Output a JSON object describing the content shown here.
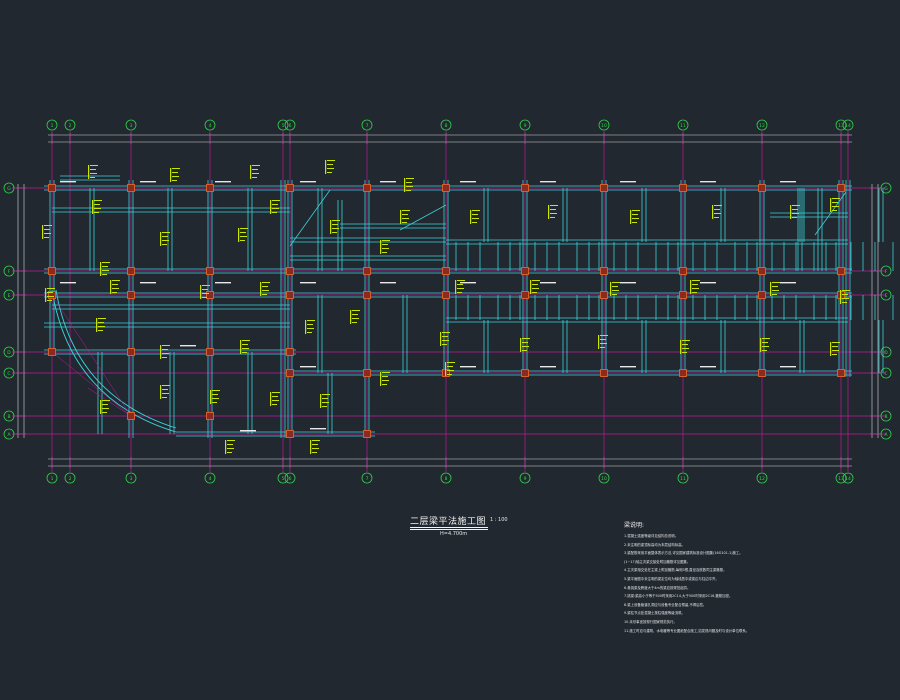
{
  "drawing": {
    "title": "二层梁平法施工图",
    "scale": "1 : 100",
    "elevation": "H=4.700m"
  },
  "grid_labels": {
    "columns": [
      "1",
      "2",
      "3",
      "4",
      "5",
      "6",
      "7",
      "8",
      "9",
      "10",
      "11",
      "12",
      "13",
      "14"
    ],
    "rows": [
      "A",
      "B",
      "C",
      "D",
      "E",
      "F",
      "G"
    ]
  },
  "notes": {
    "heading": "梁说明:",
    "lines": [
      "1.混凝土强度等级详见结构总说明。",
      "2.未注明的梁顶标高均为本层结构标高。",
      "3.梁配筋采用平面整体表示方法,详见国家建筑标准设计图集(16G101-1)施工。",
      "(1~17)轴主次梁交接处附加箍筋详见图集。",
      "4.主次梁相交处在主梁上附加箍筋,每侧3根,直径及肢数同主梁箍筋。",
      "5.梁平面图中未注明的梁定位均为轴线居中或梁边与柱边平齐。",
      "6.悬挑梁及跨度大于4m的梁应按规范起拱。",
      "7.挑梁:梁高小于等于500时采用2C14,大于500时采用2C16,箍筋加密。",
      "8.梁上设备管道孔洞应与设备专业配合预留,不得后凿。",
      "9.梁柱节点处混凝土按柱强度等级浇筑。",
      "10.未尽事宜按现行国家规范执行。",
      "11.施工时应与建筑、水电暖等专业图纸配合施工,如发现问题及时与设计单位联系。"
    ]
  },
  "colors": {
    "background": "#212830",
    "beam": "#3ad1d6",
    "grid_axis": "#c2189a",
    "grid_bubble": "#33d24a",
    "column_fill": "#8b2a1f",
    "column_outline": "#f36a2a",
    "annotation": "#c8e600",
    "dimension": "#d8d8d8"
  }
}
